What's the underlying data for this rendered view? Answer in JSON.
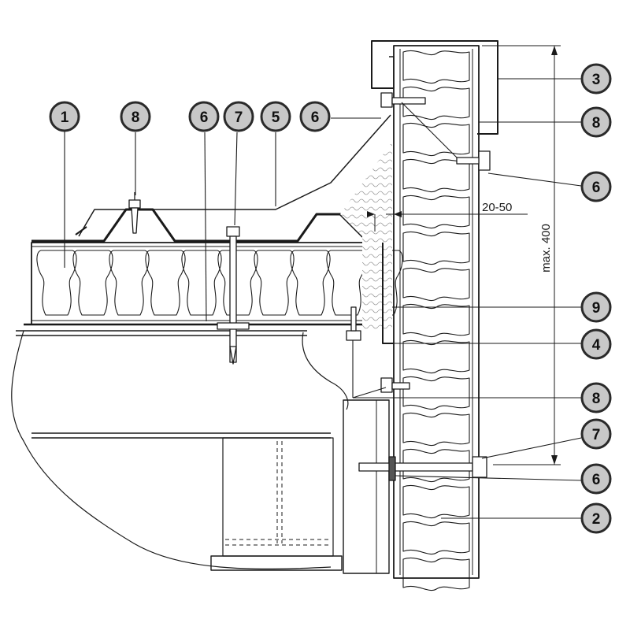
{
  "callouts": {
    "c1": "1",
    "c8a": "8",
    "c6a": "6",
    "c7a": "7",
    "c5": "5",
    "c6b": "6",
    "c3": "3",
    "c8b": "8",
    "c6c": "6",
    "c9": "9",
    "c4": "4",
    "c8c": "8",
    "c7b": "7",
    "c6d": "6",
    "c2": "2"
  },
  "dimensions": {
    "gap": "20-50",
    "max": "max. 400"
  },
  "colors": {
    "line": "#1a1a1a",
    "callout_fill": "#c8c8c8",
    "callout_ring": "#2a2a2a",
    "mineral_wool": "#f0f0f0"
  }
}
